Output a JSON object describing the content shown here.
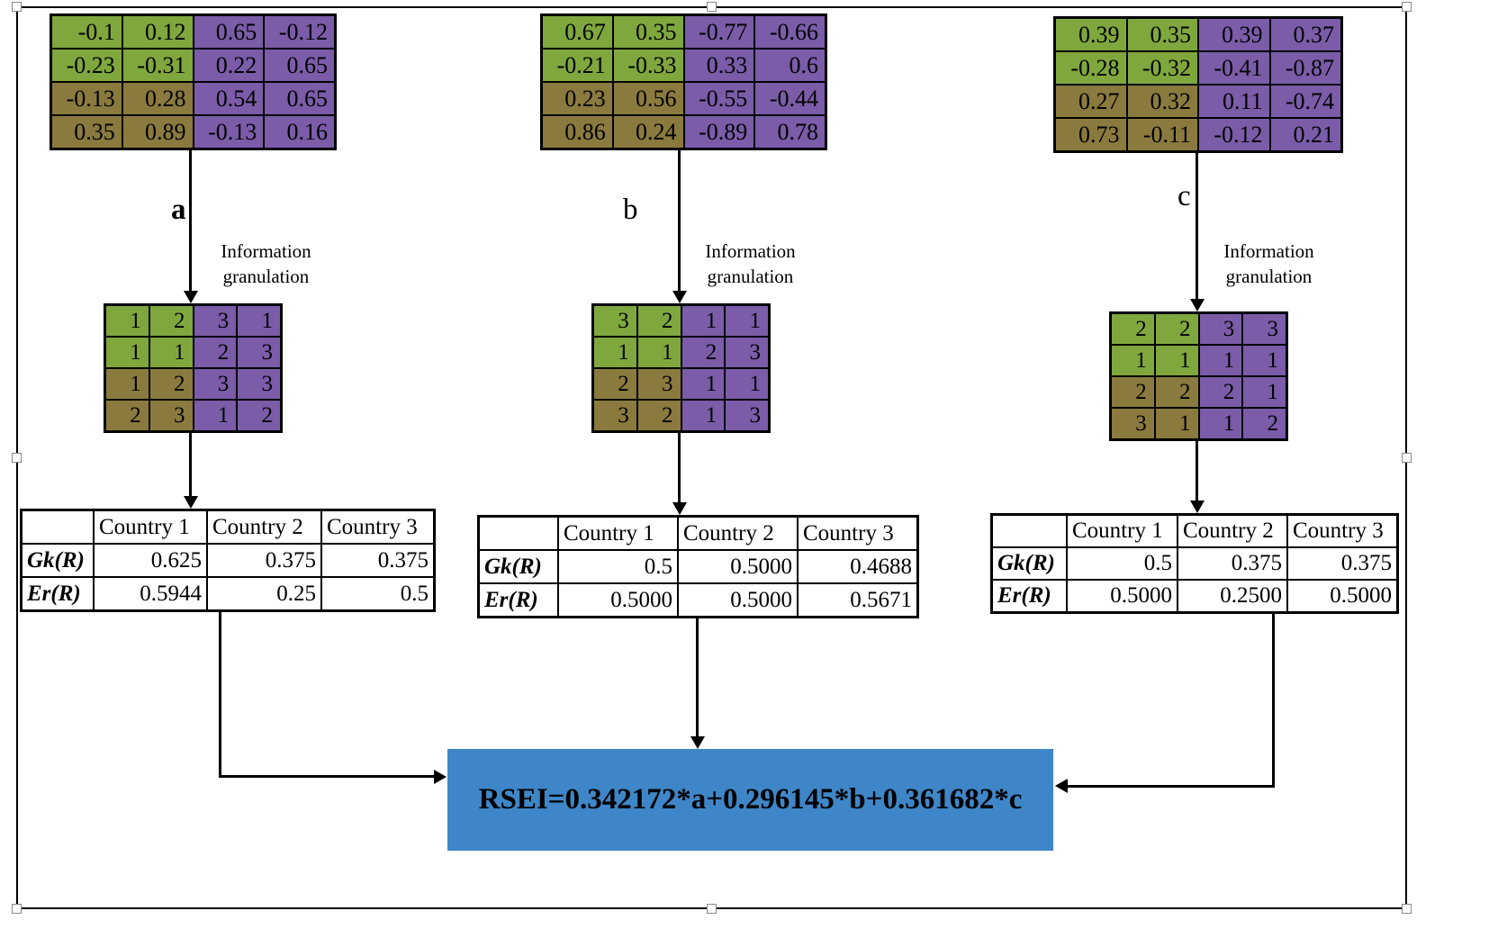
{
  "colors": {
    "granule_green": "#7FA73E",
    "granule_purple": "#7A5CA8",
    "granule_olive": "#8B7A3E",
    "formula_bg": "#3E86C8"
  },
  "formula": {
    "text": "RSEI=0.342172*a+0.296145*b+0.361682*c"
  },
  "branches": [
    {
      "label": "a",
      "info": [
        "Information",
        "granulation"
      ],
      "matrix": [
        [
          "-0.1",
          "0.12",
          "0.65",
          "-0.12"
        ],
        [
          "-0.23",
          "-0.31",
          "0.22",
          "0.65"
        ],
        [
          "-0.13",
          "0.28",
          "0.54",
          "0.65"
        ],
        [
          "0.35",
          "0.89",
          "-0.13",
          "0.16"
        ]
      ],
      "granulated": [
        [
          "1",
          "2",
          "3",
          "1"
        ],
        [
          "1",
          "1",
          "2",
          "3"
        ],
        [
          "1",
          "2",
          "3",
          "3"
        ],
        [
          "2",
          "3",
          "1",
          "2"
        ]
      ],
      "table": {
        "headers": [
          "Country 1",
          "Country 2",
          "Country 3"
        ],
        "rows": [
          {
            "label": "Gk(R)",
            "values": [
              "0.625",
              "0.375",
              "0.375"
            ]
          },
          {
            "label": "Er(R)",
            "values": [
              "0.5944",
              "0.25",
              "0.5"
            ]
          }
        ]
      }
    },
    {
      "label": "b",
      "info": [
        "Information",
        "granulation"
      ],
      "matrix": [
        [
          "0.67",
          "0.35",
          "-0.77",
          "-0.66"
        ],
        [
          "-0.21",
          "-0.33",
          "0.33",
          "0.6"
        ],
        [
          "0.23",
          "0.56",
          "-0.55",
          "-0.44"
        ],
        [
          "0.86",
          "0.24",
          "-0.89",
          "0.78"
        ]
      ],
      "granulated": [
        [
          "3",
          "2",
          "1",
          "1"
        ],
        [
          "1",
          "1",
          "2",
          "3"
        ],
        [
          "2",
          "3",
          "1",
          "1"
        ],
        [
          "3",
          "2",
          "1",
          "3"
        ]
      ],
      "table": {
        "headers": [
          "Country 1",
          "Country 2",
          "Country 3"
        ],
        "rows": [
          {
            "label": "Gk(R)",
            "values": [
              "0.5",
              "0.5000",
              "0.4688"
            ]
          },
          {
            "label": "Er(R)",
            "values": [
              "0.5000",
              "0.5000",
              "0.5671"
            ]
          }
        ]
      }
    },
    {
      "label": "c",
      "info": [
        "Information",
        "granulation"
      ],
      "matrix": [
        [
          "0.39",
          "0.35",
          "0.39",
          "0.37"
        ],
        [
          "-0.28",
          "-0.32",
          "-0.41",
          "-0.87"
        ],
        [
          "0.27",
          "0.32",
          "0.11",
          "-0.74"
        ],
        [
          "0.73",
          "-0.11",
          "-0.12",
          "0.21"
        ]
      ],
      "granulated": [
        [
          "2",
          "2",
          "3",
          "3"
        ],
        [
          "1",
          "1",
          "1",
          "1"
        ],
        [
          "2",
          "2",
          "2",
          "1"
        ],
        [
          "3",
          "1",
          "1",
          "2"
        ]
      ],
      "table": {
        "headers": [
          "Country 1",
          "Country 2",
          "Country 3"
        ],
        "rows": [
          {
            "label": "Gk(R)",
            "values": [
              "0.5",
              "0.375",
              "0.375"
            ]
          },
          {
            "label": "Er(R)",
            "values": [
              "0.5000",
              "0.2500",
              "0.5000"
            ]
          }
        ]
      }
    }
  ]
}
